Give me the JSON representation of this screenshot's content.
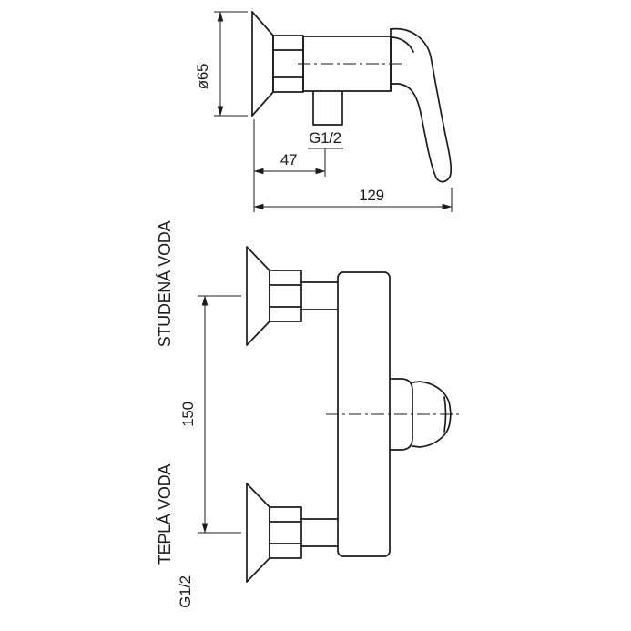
{
  "colors": {
    "line": "#1b1b1b",
    "background": "#ffffff"
  },
  "side_view": {
    "diameter_label": "ø65",
    "outlet_thread_label": "G1/2",
    "wall_to_outlet_dim": "47",
    "total_depth_dim": "129"
  },
  "front_view": {
    "inlet_spacing_dim": "150",
    "cold_water_label": "STUDENÁ VODA",
    "hot_water_label": "TEPLÁ VODA",
    "inlet_thread_label": "G1/2"
  }
}
